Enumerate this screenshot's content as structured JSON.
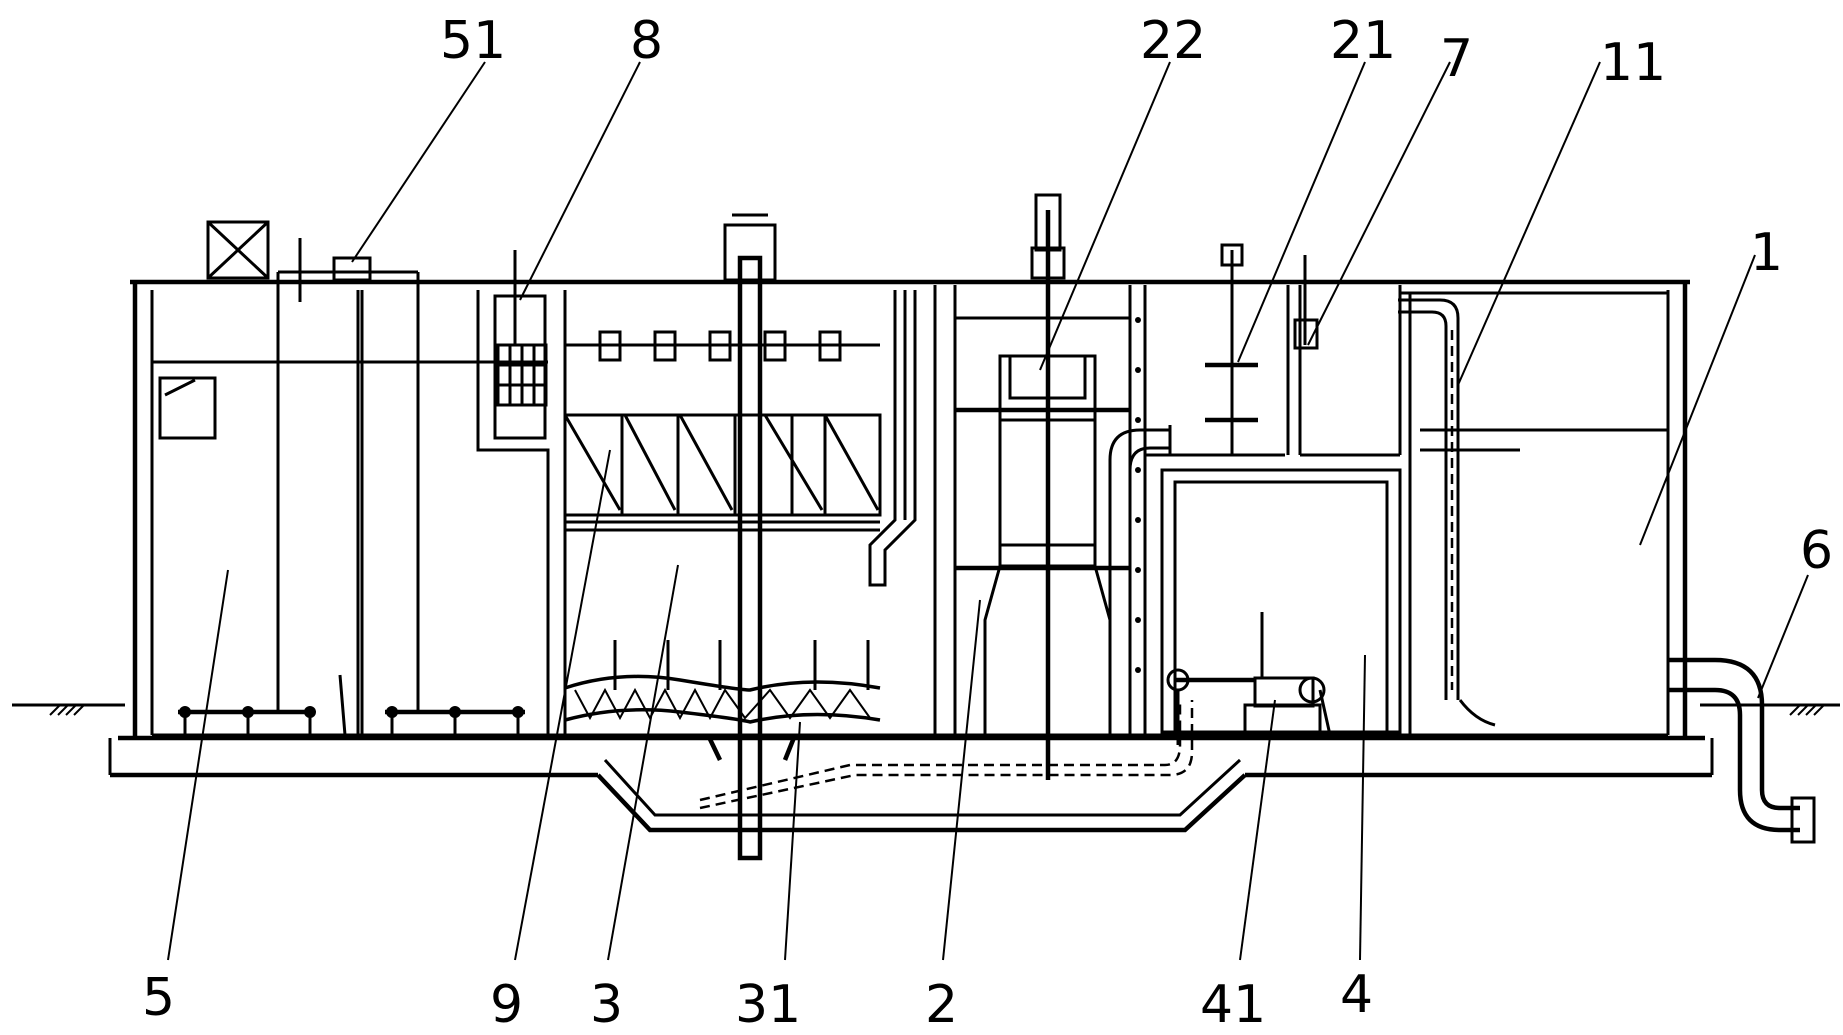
{
  "callouts": [
    {
      "id": "label-51",
      "text": "51"
    },
    {
      "id": "label-8",
      "text": "8"
    },
    {
      "id": "label-22",
      "text": "22"
    },
    {
      "id": "label-21",
      "text": "21"
    },
    {
      "id": "label-7",
      "text": "7"
    },
    {
      "id": "label-11",
      "text": "11"
    },
    {
      "id": "label-1",
      "text": "1"
    },
    {
      "id": "label-6",
      "text": "6"
    },
    {
      "id": "label-5",
      "text": "5"
    },
    {
      "id": "label-9",
      "text": "9"
    },
    {
      "id": "label-3",
      "text": "3"
    },
    {
      "id": "label-31",
      "text": "31"
    },
    {
      "id": "label-2",
      "text": "2"
    },
    {
      "id": "label-41",
      "text": "41"
    },
    {
      "id": "label-4",
      "text": "4"
    }
  ]
}
